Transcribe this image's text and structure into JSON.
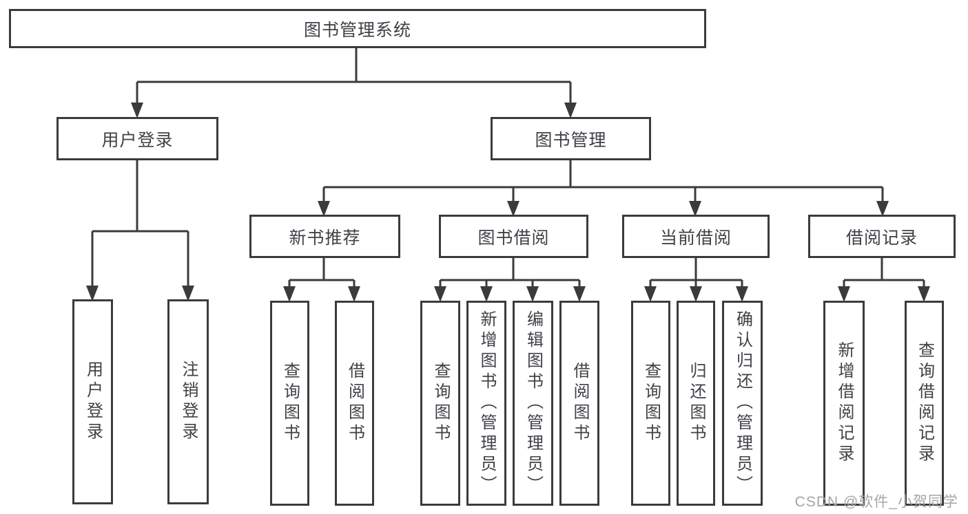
{
  "diagram": {
    "root": "图书管理系统",
    "user_login": {
      "label": "用户登录",
      "children": [
        "用户登录",
        "注销登录"
      ]
    },
    "book_management": {
      "label": "图书管理",
      "groups": [
        {
          "label": "新书推荐",
          "children": [
            "查询图书",
            "借阅图书"
          ]
        },
        {
          "label": "图书借阅",
          "children": [
            "查询图书",
            "新增图书（管理员）",
            "编辑图书（管理员）",
            "借阅图书"
          ]
        },
        {
          "label": "当前借阅",
          "children": [
            "查询图书",
            "归还图书",
            "确认归还（管理员）"
          ]
        },
        {
          "label": "借阅记录",
          "children": [
            "新增借阅记录",
            "查询借阅记录"
          ]
        }
      ]
    },
    "line_color": "#3b3b3d"
  },
  "watermark": "CSDN @软件_小贺同学"
}
